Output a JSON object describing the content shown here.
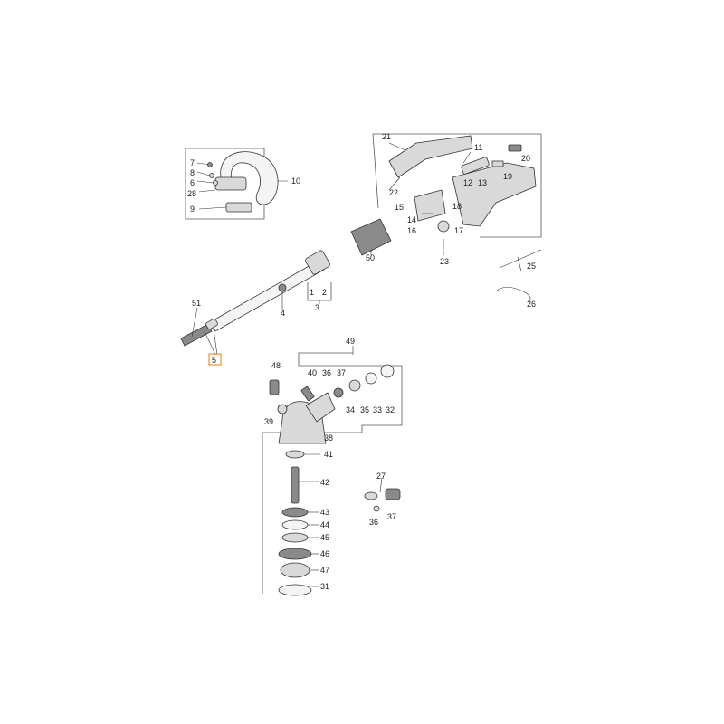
{
  "callouts": [
    {
      "id": "c7",
      "text": "7"
    },
    {
      "id": "c8",
      "text": "8"
    },
    {
      "id": "c6",
      "text": "6"
    },
    {
      "id": "c28",
      "text": "28"
    },
    {
      "id": "c9",
      "text": "9"
    },
    {
      "id": "c10",
      "text": "10"
    },
    {
      "id": "c21",
      "text": "21"
    },
    {
      "id": "c22",
      "text": "22"
    },
    {
      "id": "c11",
      "text": "11"
    },
    {
      "id": "c12",
      "text": "12"
    },
    {
      "id": "c13",
      "text": "13"
    },
    {
      "id": "c14",
      "text": "14"
    },
    {
      "id": "c15",
      "text": "15"
    },
    {
      "id": "c16",
      "text": "16"
    },
    {
      "id": "c17",
      "text": "17"
    },
    {
      "id": "c18",
      "text": "18"
    },
    {
      "id": "c19",
      "text": "19"
    },
    {
      "id": "c20",
      "text": "20"
    },
    {
      "id": "c23",
      "text": "23"
    },
    {
      "id": "c50",
      "text": "50"
    },
    {
      "id": "c1",
      "text": "1"
    },
    {
      "id": "c2",
      "text": "2"
    },
    {
      "id": "c3",
      "text": "3"
    },
    {
      "id": "c4",
      "text": "4"
    },
    {
      "id": "c51",
      "text": "51"
    },
    {
      "id": "c5",
      "text": "5"
    },
    {
      "id": "c25",
      "text": "25"
    },
    {
      "id": "c26",
      "text": "26"
    },
    {
      "id": "c49",
      "text": "49"
    },
    {
      "id": "c48",
      "text": "48"
    },
    {
      "id": "c40",
      "text": "40"
    },
    {
      "id": "c36a",
      "text": "36"
    },
    {
      "id": "c37a",
      "text": "37"
    },
    {
      "id": "c39",
      "text": "39"
    },
    {
      "id": "c34",
      "text": "34"
    },
    {
      "id": "c35",
      "text": "35"
    },
    {
      "id": "c33",
      "text": "33"
    },
    {
      "id": "c32",
      "text": "32"
    },
    {
      "id": "c38",
      "text": "38"
    },
    {
      "id": "c41",
      "text": "41"
    },
    {
      "id": "c42",
      "text": "42"
    },
    {
      "id": "c43",
      "text": "43"
    },
    {
      "id": "c44",
      "text": "44"
    },
    {
      "id": "c45",
      "text": "45"
    },
    {
      "id": "c46",
      "text": "46"
    },
    {
      "id": "c47",
      "text": "47"
    },
    {
      "id": "c31",
      "text": "31"
    },
    {
      "id": "c27",
      "text": "27"
    },
    {
      "id": "c36b",
      "text": "36"
    },
    {
      "id": "c37b",
      "text": "37"
    }
  ],
  "highlight": {
    "part": "5",
    "color": "#e8943a"
  }
}
